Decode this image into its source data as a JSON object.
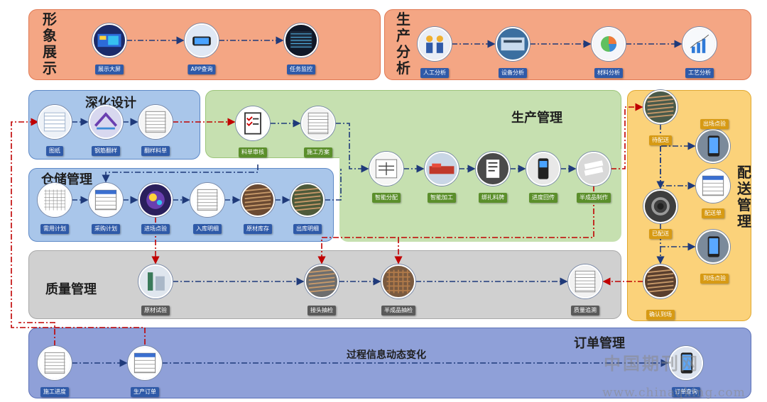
{
  "colors": {
    "display_panel": "#f4a684",
    "production_panel": "#f4a684",
    "design_panel": "#a9c6ea",
    "production_mgmt_panel": "#c6e0b0",
    "storage_panel": "#a9c6ea",
    "quality_panel": "#d0d0d0",
    "delivery_panel": "#fbd27a",
    "order_panel": "#8fa0d8",
    "flow_blue": "#1f3a7a",
    "flow_red": "#c00000"
  },
  "display": {
    "title": "形象展示",
    "nodes": [
      {
        "label": "展示大屏",
        "icon": "big-screen-icon"
      },
      {
        "label": "APP查询",
        "icon": "app-phone-icon"
      },
      {
        "label": "任务监控",
        "icon": "monitor-icon"
      }
    ]
  },
  "analysis": {
    "title": "生产分析",
    "nodes": [
      {
        "label": "人工分析",
        "icon": "workers-icon"
      },
      {
        "label": "设备分析",
        "icon": "machine-icon"
      },
      {
        "label": "材料分析",
        "icon": "pie-chart-icon"
      },
      {
        "label": "工艺分析",
        "icon": "bar-chart-icon"
      }
    ]
  },
  "design": {
    "title": "深化设计",
    "nodes": [
      {
        "label": "图纸",
        "icon": "drawing-icon"
      },
      {
        "label": "钢筋翻样",
        "icon": "rebar-model-icon"
      },
      {
        "label": "翻样料单",
        "icon": "material-list-icon"
      }
    ]
  },
  "production": {
    "title": "生产管理",
    "nodes": [
      {
        "label": "料单审核",
        "icon": "checklist-icon"
      },
      {
        "label": "施工方案",
        "icon": "plan-doc-icon"
      },
      {
        "label": "智能分配",
        "icon": "allocation-icon"
      },
      {
        "label": "智能加工",
        "icon": "processing-machine-icon"
      },
      {
        "label": "绑扎料牌",
        "icon": "tag-icon"
      },
      {
        "label": "进度回传",
        "icon": "handheld-scanner-icon"
      },
      {
        "label": "半成品制作",
        "icon": "semi-product-icon"
      }
    ]
  },
  "storage": {
    "title": "仓储管理",
    "nodes": [
      {
        "label": "需用计划",
        "icon": "grid-sheet-icon"
      },
      {
        "label": "采购计划",
        "icon": "purchase-form-icon"
      },
      {
        "label": "进场点验",
        "icon": "inspection-icon"
      },
      {
        "label": "入库明细",
        "icon": "inbound-sheet-icon"
      },
      {
        "label": "原材库存",
        "icon": "rebar-stock-icon"
      },
      {
        "label": "出库明细",
        "icon": "outbound-rebar-icon"
      }
    ]
  },
  "quality": {
    "title": "质量管理",
    "nodes": [
      {
        "label": "原材试验",
        "icon": "test-machine-icon"
      },
      {
        "label": "接头抽检",
        "icon": "joint-bars-icon"
      },
      {
        "label": "半成品抽检",
        "icon": "semi-inspection-icon"
      },
      {
        "label": "质量追溯",
        "icon": "trace-icon"
      }
    ]
  },
  "delivery": {
    "title": "配送管理",
    "nodes": [
      {
        "label": "待配送",
        "icon": "pending-bars-icon"
      },
      {
        "label": "出场点验",
        "icon": "exit-check-phone-icon"
      },
      {
        "label": "配送单",
        "icon": "delivery-note-icon"
      },
      {
        "label": "已配送",
        "icon": "delivered-coil-icon"
      },
      {
        "label": "到场点验",
        "icon": "arrival-check-phone-icon"
      },
      {
        "label": "确认到场",
        "icon": "rebar-mesh-icon"
      }
    ]
  },
  "order": {
    "title": "订单管理",
    "flow_text": "过程信息动态变化",
    "nodes": [
      {
        "label": "施工进度",
        "icon": "schedule-sheet-icon"
      },
      {
        "label": "生产订单",
        "icon": "production-order-icon"
      },
      {
        "label": "订单查询",
        "icon": "order-phone-icon"
      }
    ]
  },
  "watermark": {
    "logo_text": "中国期刊网",
    "url": "www.chinaqking.com"
  }
}
